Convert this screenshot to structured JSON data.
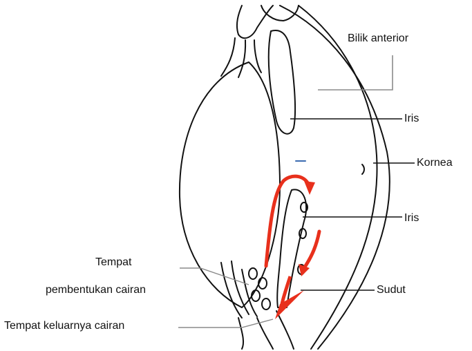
{
  "labels": {
    "anterior_chamber": "Bilik anterior",
    "iris_upper": "Iris",
    "cornea": "Kornea",
    "iris_lower": "Iris",
    "formation_line1": "Tempat",
    "formation_line2": "pembentukan cairan",
    "angle": "Sudut",
    "outflow": "Tempat keluarnya cairan"
  },
  "colors": {
    "line": "#111111",
    "flow_arrow": "#e8301c",
    "leader": "#8a8a8a",
    "background": "#ffffff"
  }
}
